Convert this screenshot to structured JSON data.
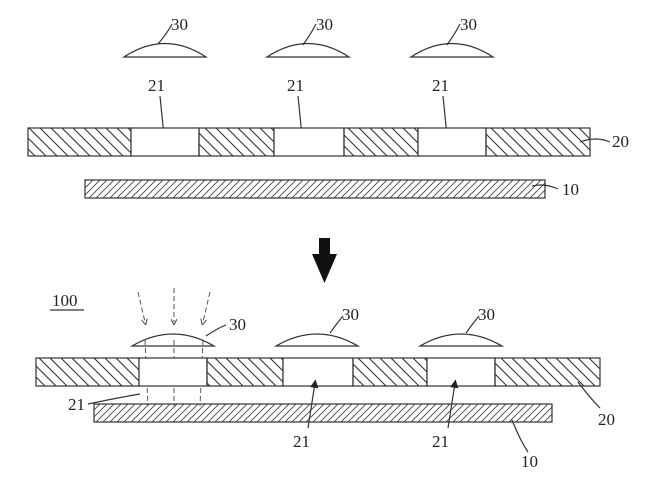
{
  "colors": {
    "ink": "#333333",
    "background": "#ffffff"
  },
  "figure_id": "100",
  "labels": {
    "lens": "30",
    "opening": "21",
    "plate": "20",
    "substrate": "10"
  }
}
